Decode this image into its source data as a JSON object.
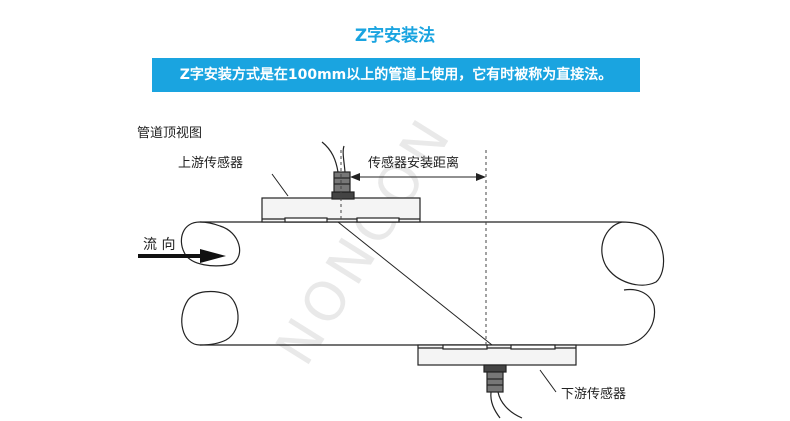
{
  "title": "Z字安装法",
  "description": "Z字安装方式是在100mm以上的管道上使用，它有时被称为直接法。",
  "diagram": {
    "view_label": "管道顶视图",
    "upstream_label": "上游传感器",
    "downstream_label": "下游传感器",
    "distance_label": "传感器安装距离",
    "flow_label": "流 向",
    "watermark": "NONCON"
  }
}
